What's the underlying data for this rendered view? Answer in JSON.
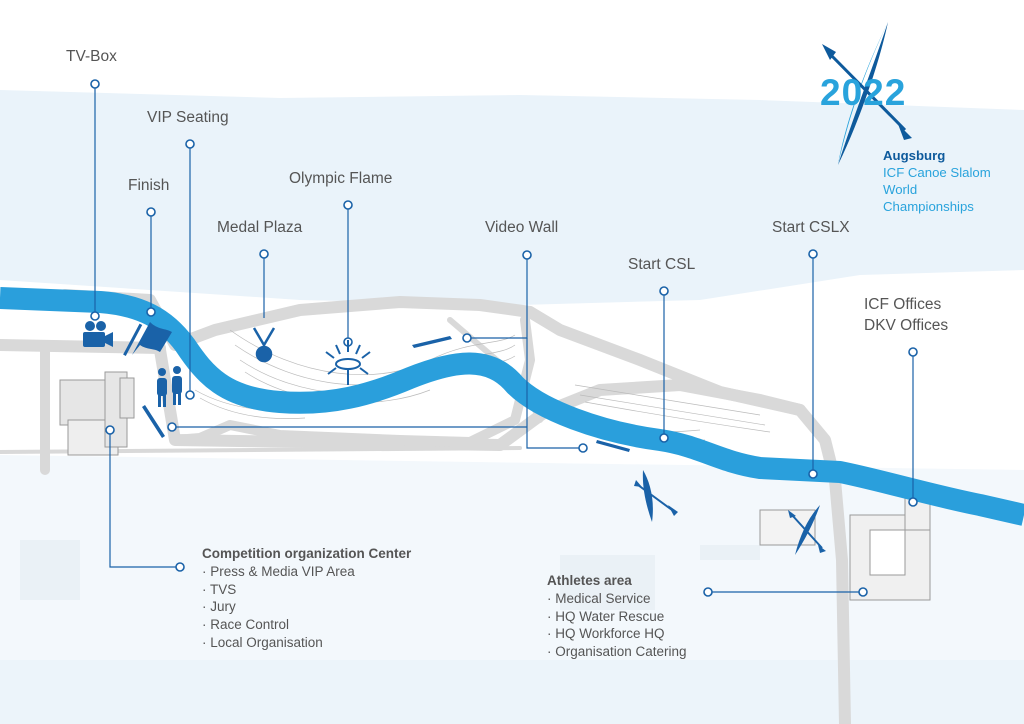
{
  "labels": {
    "tv_box": "TV-Box",
    "vip_seating": "VIP Seating",
    "finish": "Finish",
    "medal_plaza": "Medal Plaza",
    "olympic_flame": "Olympic Flame",
    "video_wall": "Video Wall",
    "start_csl": "Start CSL",
    "start_cslx": "Start CSLX",
    "icf_offices": "ICF Offices",
    "dkv_offices": "DKV Offices"
  },
  "competition_center": {
    "title": "Competition organization Center",
    "items": [
      "· Press & Media VIP Area",
      "· TVS",
      "· Jury",
      "· Race Control",
      "· Local Organisation"
    ]
  },
  "athletes_area": {
    "title": "Athletes area",
    "items": [
      "· Medical Service",
      "· HQ Water Rescue",
      "· HQ Workforce HQ",
      "· Organisation Catering"
    ]
  },
  "logo": {
    "year": "2022",
    "city": "Augsburg",
    "event_lines": [
      "ICF Canoe Slalom",
      "World",
      "Championships"
    ]
  },
  "colors": {
    "river": "#2a9fdc",
    "marker": "#1a62a8",
    "road": "#d9d9d9",
    "land": "#e8f2fa",
    "logo_dark": "#0e5a9c",
    "logo_light": "#29a3dc"
  },
  "icons": [
    "camera-icon",
    "finish-flag-icon",
    "medal-icon",
    "olympic-flame-icon",
    "people-icon",
    "kayak-icon"
  ]
}
